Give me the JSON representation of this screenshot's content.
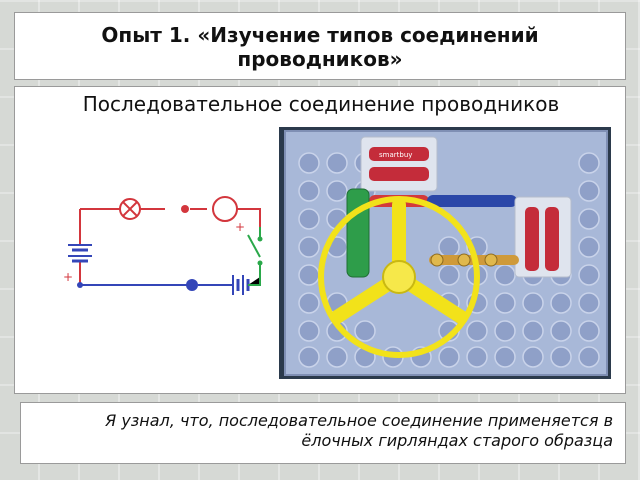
{
  "slide": {
    "title": "Опыт 1. «Изучение типов соединений проводников»",
    "subtitle": "Последовательное соединение проводников",
    "conclusion": "Я узнал, что, последовательное соединение применяется в ёлочных гирляндах старого образца"
  },
  "diagram": {
    "plus_sign": "+",
    "battery_plus": "+"
  },
  "photo": {
    "battery_brand": "smartbuy"
  },
  "colors": {
    "wire_red": "#d3363d",
    "wire_blue": "#3446b8",
    "wire_green": "#2aa84a",
    "fan_yellow": "#f2e21a"
  }
}
